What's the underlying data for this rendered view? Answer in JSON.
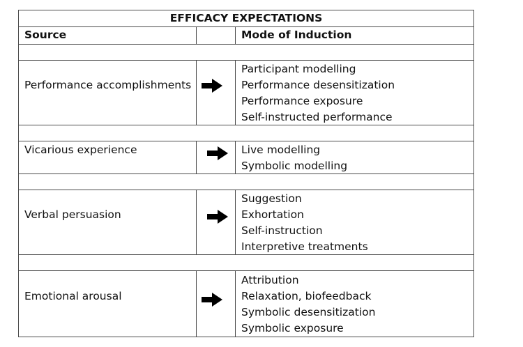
{
  "table": {
    "title": "EFFICACY EXPECTATIONS",
    "headers": {
      "source": "Source",
      "mode": "Mode of Induction"
    },
    "rows": [
      {
        "source": "Performance accomplishments",
        "modes": [
          "Participant modelling",
          "Performance desensitization",
          "Performance exposure",
          "Self-instructed performance"
        ]
      },
      {
        "source": "Vicarious experience",
        "modes": [
          "Live modelling",
          "Symbolic modelling"
        ]
      },
      {
        "source": "Verbal persuasion",
        "modes": [
          "Suggestion",
          "Exhortation",
          "Self-instruction",
          "Interpretive treatments"
        ]
      },
      {
        "source": "Emotional arousal",
        "modes": [
          "Attribution",
          "Relaxation, biofeedback",
          "Symbolic desensitization",
          "Symbolic exposure"
        ]
      }
    ],
    "arrow_icon": "right-arrow-icon",
    "border_color": "#4a4a4a"
  }
}
